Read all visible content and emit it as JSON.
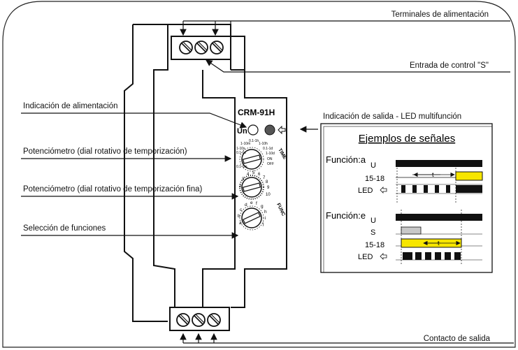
{
  "labels": {
    "supply_terminals": "Terminales de alimentación",
    "control_input": "Entrada de control  \"S\"",
    "power_indication": "Indicación de alimentación",
    "pot_time": "Potenciómetro (dial rotativo de temporización)",
    "pot_fine": "Potenciómetro (dial rotativo de temporización fina)",
    "func_select": "Selección de funciones",
    "output_led": "Indicación de salida - LED multifunción",
    "output_contact": "Contacto de salida"
  },
  "device": {
    "model": "CRM-91H",
    "un_label": "Un",
    "time_label": "TIME",
    "func_label": "FUNC",
    "time_ranges": [
      "1-10m",
      "0.1-1h",
      "1-10h",
      "0.1-1d",
      "1-10d",
      "ON",
      "OFF",
      "0.1-1s",
      "1-10s",
      "0.1-1m"
    ],
    "fine_scale": [
      "1",
      "2",
      "3",
      "4",
      "5",
      "6",
      "7",
      "8",
      "9",
      "10"
    ],
    "func_letters": [
      "a",
      "b",
      "c",
      "d",
      "e",
      "f",
      "g",
      "h",
      "i",
      "j"
    ]
  },
  "examples": {
    "title": "Ejemplos de señales",
    "function_a": {
      "title": "Función:a",
      "rows": [
        "U",
        "15-18",
        "LED"
      ],
      "t_label": "t"
    },
    "function_e": {
      "title": "Función:e",
      "rows": [
        "U",
        "S",
        "15-18",
        "LED"
      ],
      "t_label": "t"
    },
    "led_icon": "output-arrow-icon"
  },
  "colors": {
    "yellow": "#f7e600",
    "gray_signal": "#c8c8c8",
    "black": "#111111"
  }
}
